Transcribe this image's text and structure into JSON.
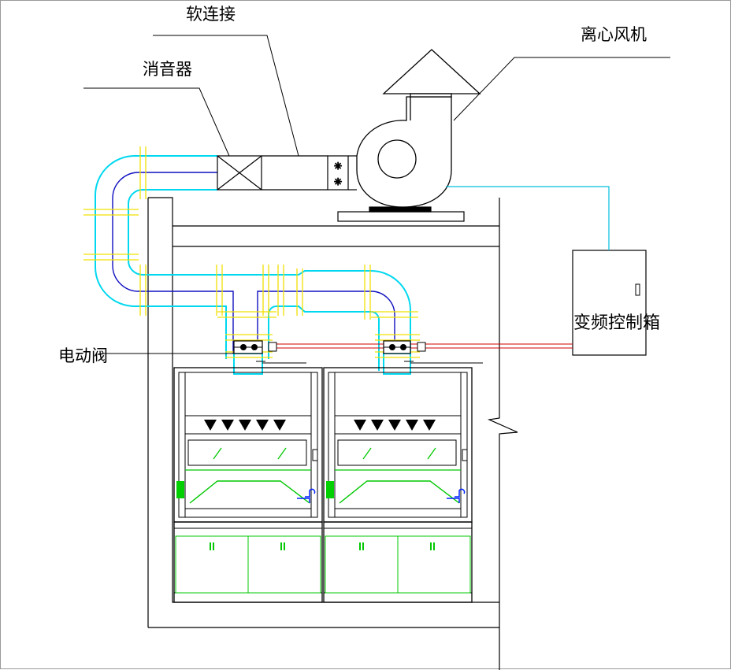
{
  "labels": {
    "soft_connection": "软连接",
    "silencer": "消音器",
    "centrifugal_fan": "离心风机",
    "electric_valve": "电动阀",
    "vfd_control_box": "变频控制箱"
  },
  "colors": {
    "outline": "#000000",
    "duct_outer": "#00d8f0",
    "duct_inner": "#1010c0",
    "flange": "#f0e000",
    "control_wire": "#d00000",
    "hood_trim": "#00c800",
    "faucet": "#0020ff"
  }
}
